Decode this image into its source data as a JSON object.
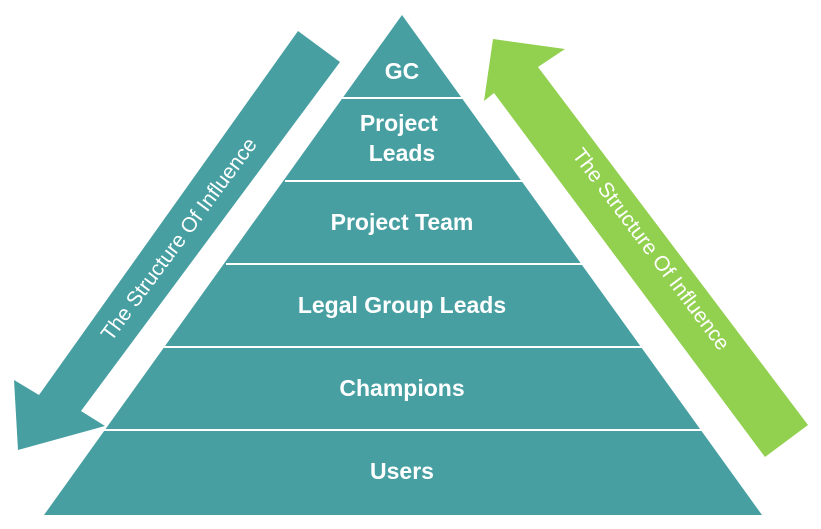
{
  "pyramid": {
    "fill_color": "#479fa2",
    "divider_color": "#ffffff",
    "levels": [
      {
        "lines": [
          "GC"
        ]
      },
      {
        "lines": [
          "Project",
          "Leads"
        ]
      },
      {
        "lines": [
          "Project Team"
        ]
      },
      {
        "lines": [
          "Legal Group Leads"
        ]
      },
      {
        "lines": [
          "Champions"
        ]
      },
      {
        "lines": [
          "Users"
        ]
      }
    ]
  },
  "arrows": {
    "down": {
      "label": "The Structure Of Influence",
      "direction": "down",
      "color": "#479fa2"
    },
    "up": {
      "label": "The Structure Of Influence",
      "direction": "up",
      "color": "#92d050"
    }
  }
}
